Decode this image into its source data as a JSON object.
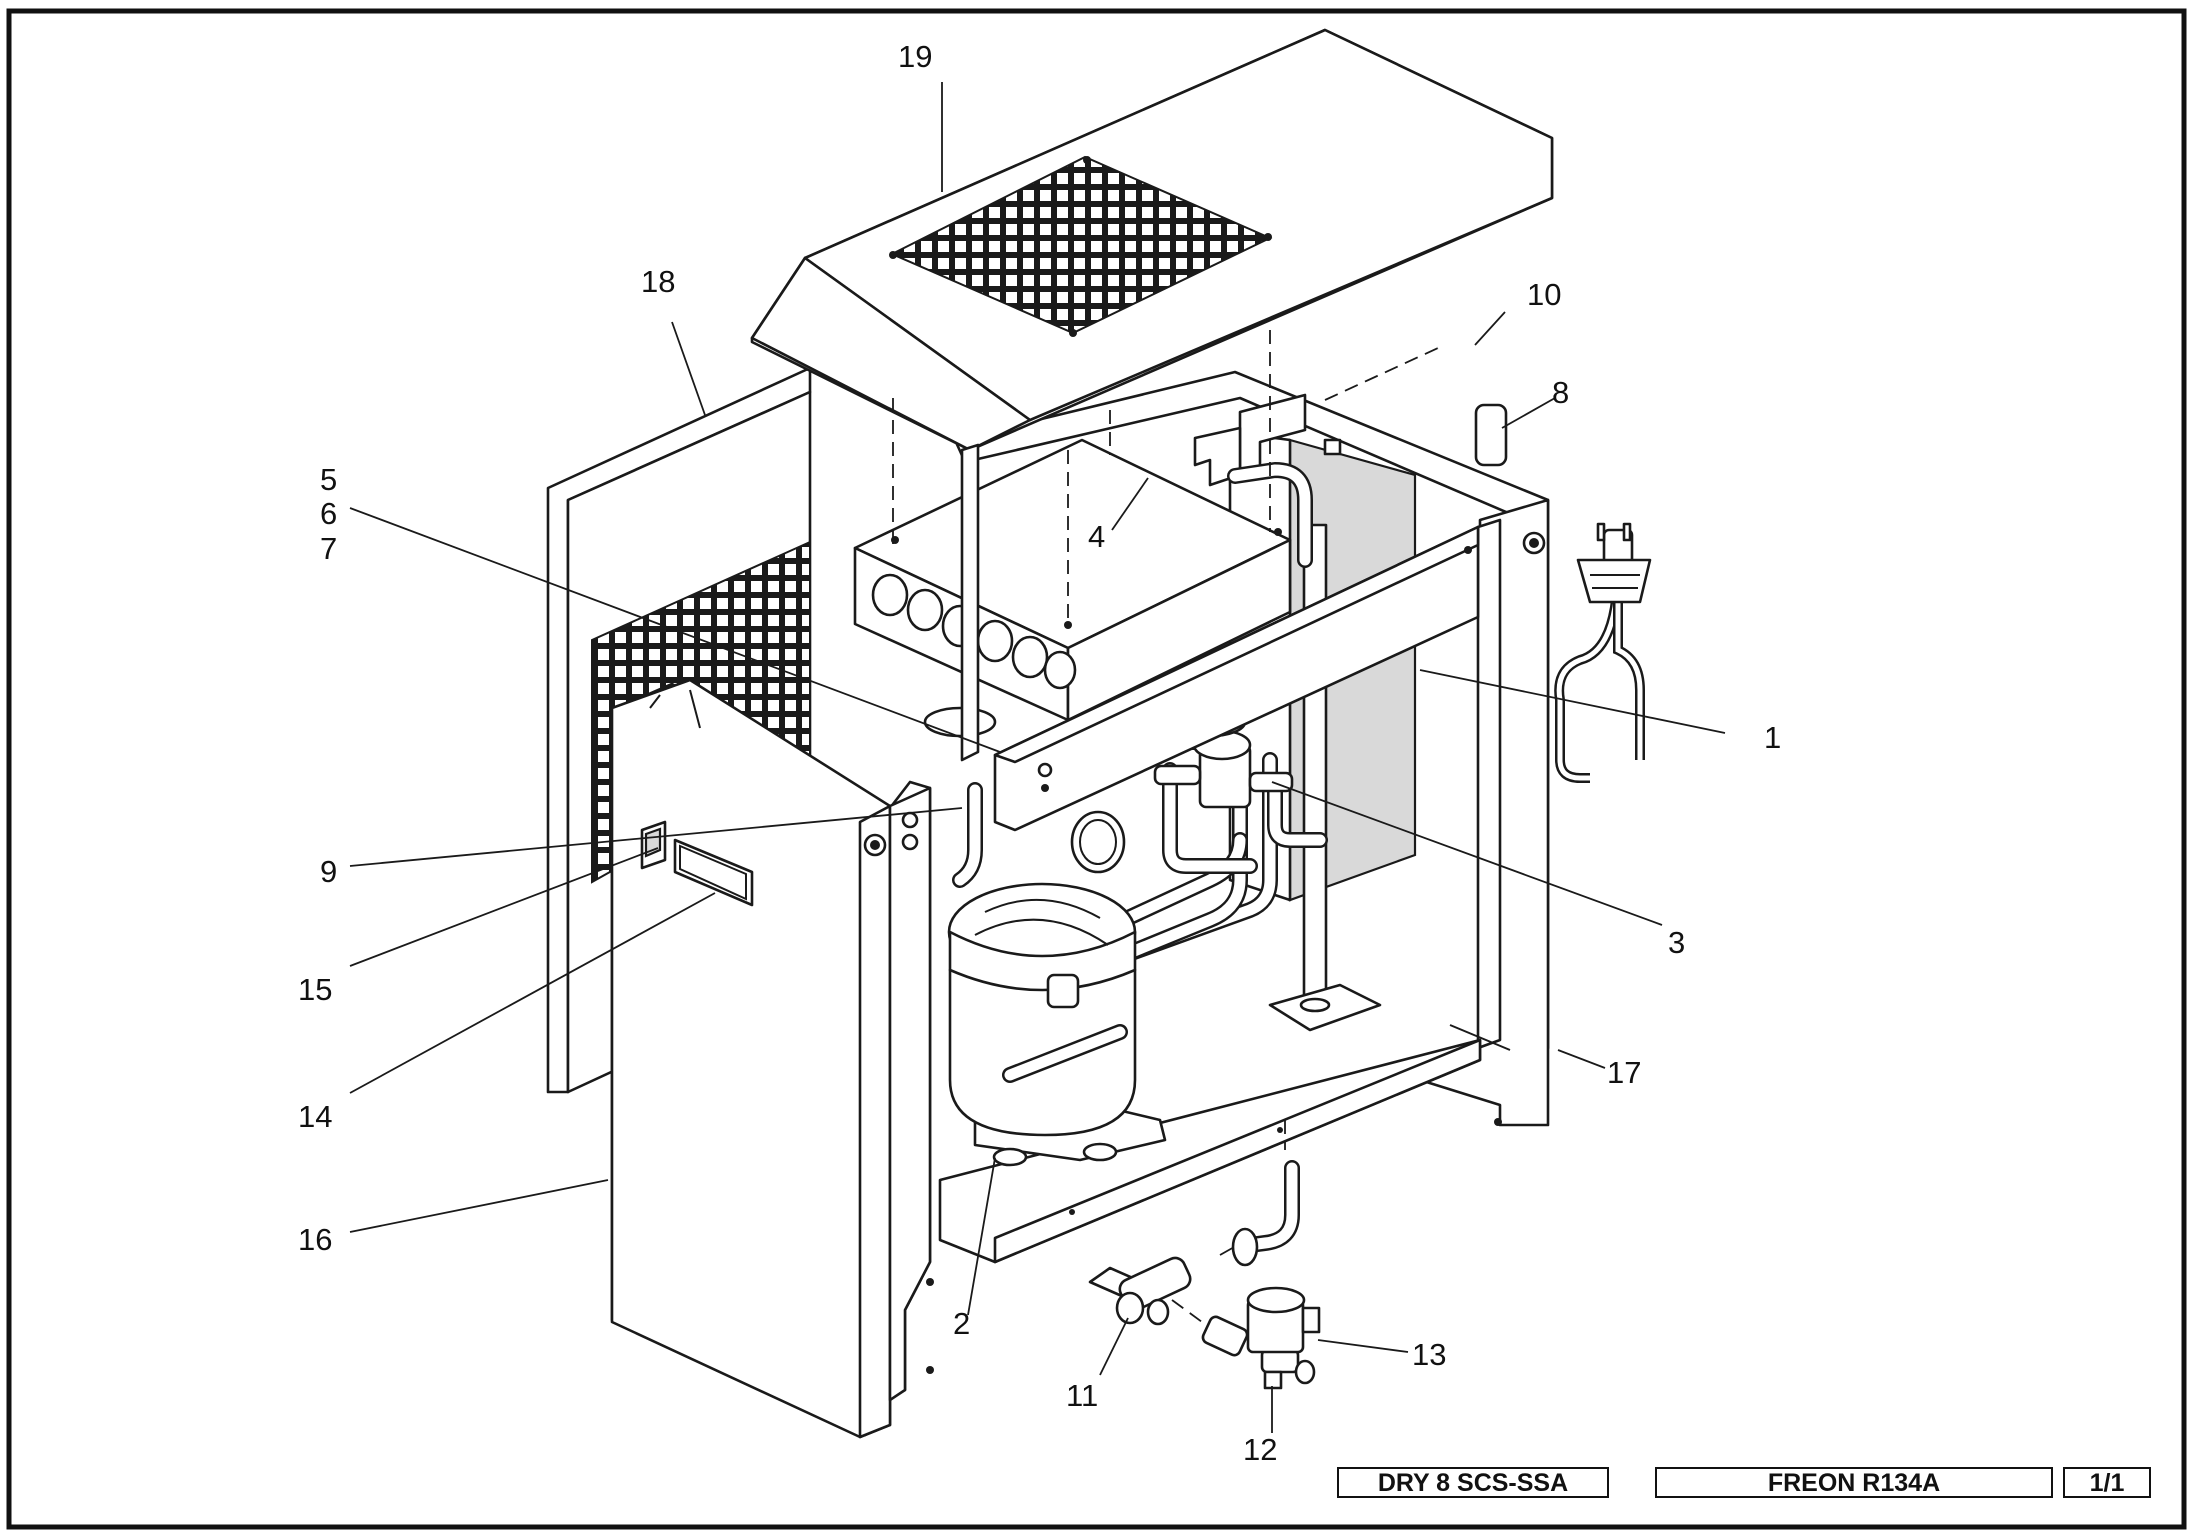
{
  "callouts": [
    {
      "id": "c1",
      "text": "1"
    },
    {
      "id": "c2",
      "text": "2"
    },
    {
      "id": "c3",
      "text": "3"
    },
    {
      "id": "c4",
      "text": "4"
    },
    {
      "id": "c5",
      "text": "5"
    },
    {
      "id": "c6",
      "text": "6"
    },
    {
      "id": "c7",
      "text": "7"
    },
    {
      "id": "c8",
      "text": "8"
    },
    {
      "id": "c9",
      "text": "9"
    },
    {
      "id": "c10",
      "text": "10"
    },
    {
      "id": "c11",
      "text": "11"
    },
    {
      "id": "c12",
      "text": "12"
    },
    {
      "id": "c13",
      "text": "13"
    },
    {
      "id": "c14",
      "text": "14"
    },
    {
      "id": "c15",
      "text": "15"
    },
    {
      "id": "c16",
      "text": "16"
    },
    {
      "id": "c17",
      "text": "17"
    },
    {
      "id": "c18",
      "text": "18"
    },
    {
      "id": "c19",
      "text": "19"
    }
  ],
  "title_block": {
    "model": "DRY 8 SCS-SSA",
    "refrigerant": "FREON R134A",
    "sheet": "1/1"
  }
}
